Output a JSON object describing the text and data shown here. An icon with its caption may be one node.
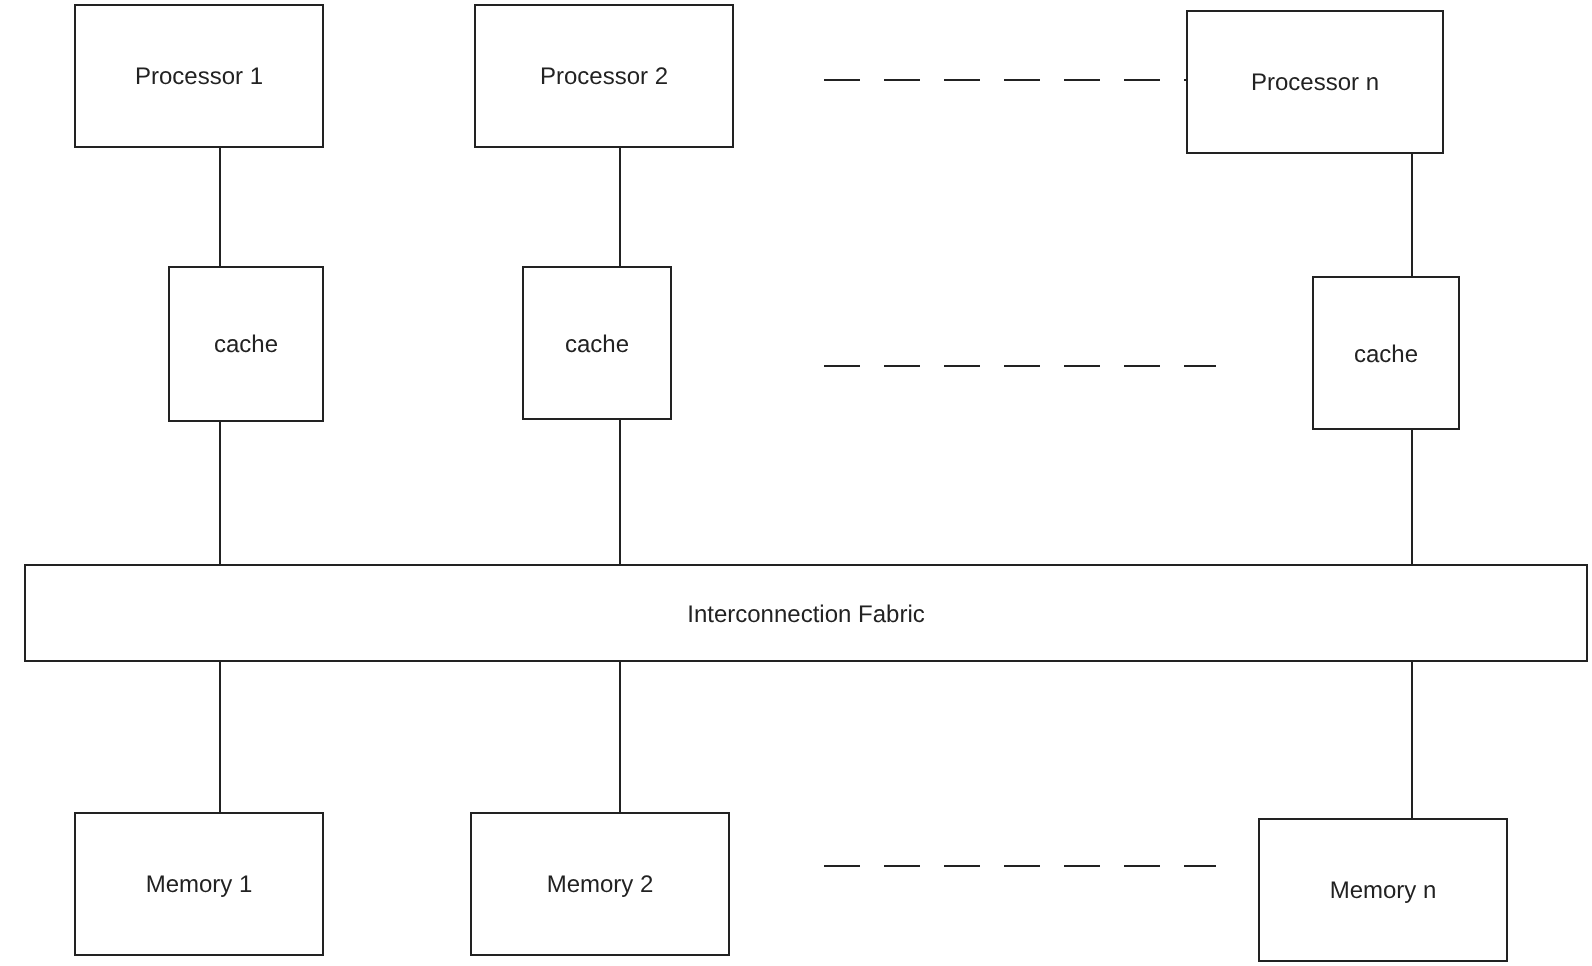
{
  "diagram": {
    "nodes": [
      {
        "text": [
          "Processor 1"
        ]
      },
      {
        "text": [
          "Processor 2"
        ]
      },
      {
        "text": [
          "Processor n"
        ]
      },
      {
        "text": [
          "cache"
        ]
      },
      {
        "text": [
          "cache"
        ]
      },
      {
        "text": [
          "cache"
        ]
      },
      {
        "text": [
          "Interconnection Fabric"
        ]
      },
      {
        "text": [
          "Memory 1"
        ]
      },
      {
        "text": [
          "Memory 2"
        ]
      },
      {
        "text": [
          "Memory n"
        ]
      }
    ],
    "edges": [
      {
        "from": 0,
        "to": 3,
        "arrow": "none"
      },
      {
        "from": 1,
        "to": 4,
        "arrow": "none"
      },
      {
        "from": 2,
        "to": 5,
        "arrow": "none"
      },
      {
        "from": 3,
        "to": 6,
        "arrow": "none"
      },
      {
        "from": 4,
        "to": 6,
        "arrow": "none"
      },
      {
        "from": 5,
        "to": 6,
        "arrow": "none"
      },
      {
        "from": 6,
        "to": 7,
        "arrow": "none"
      },
      {
        "from": 6,
        "to": 8,
        "arrow": "none"
      },
      {
        "from": 6,
        "to": 9,
        "arrow": "none"
      }
    ]
  }
}
